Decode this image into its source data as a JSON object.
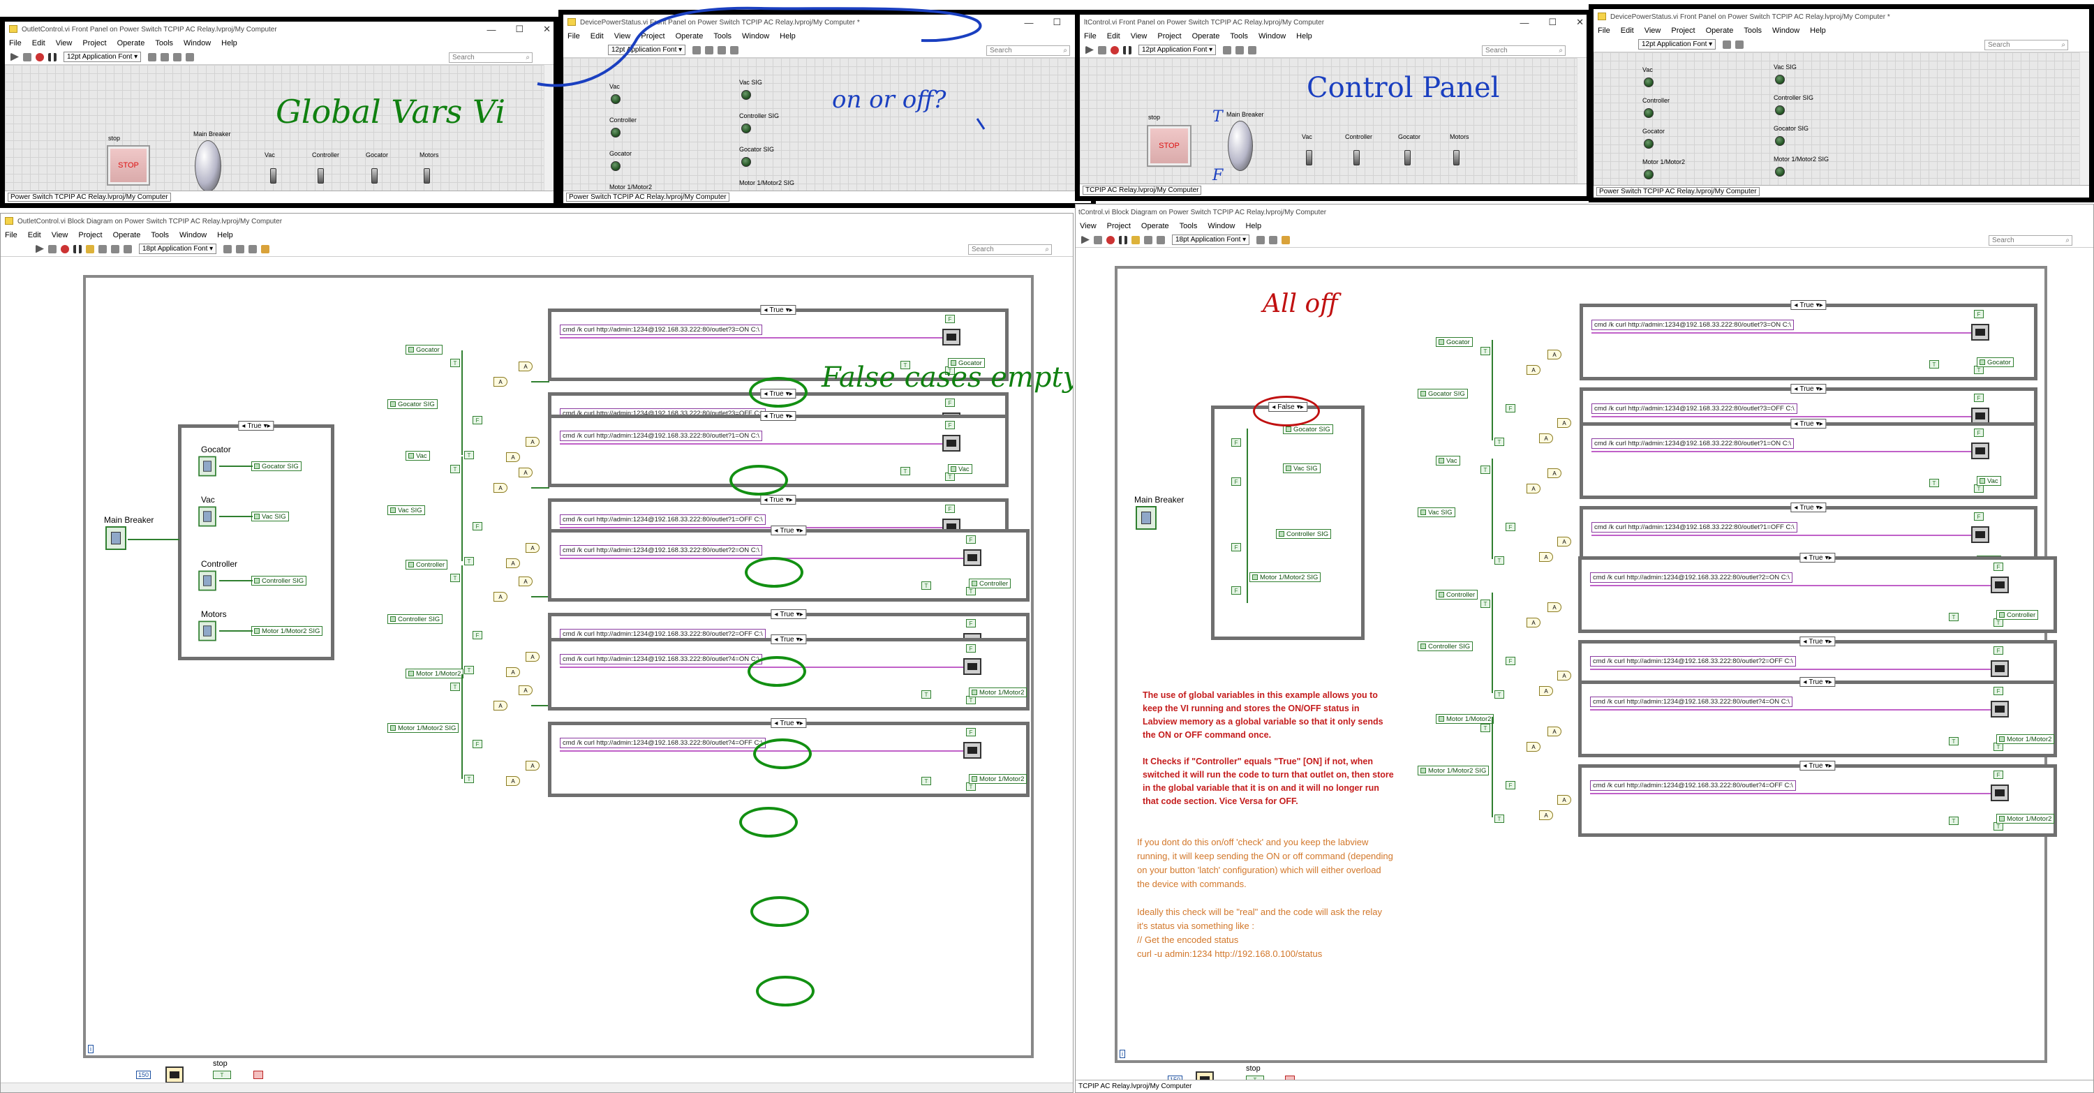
{
  "menu": [
    "File",
    "Edit",
    "View",
    "Project",
    "Operate",
    "Tools",
    "Window",
    "Help"
  ],
  "menu_right_bd": [
    "View",
    "Project",
    "Operate",
    "Tools",
    "Window",
    "Help"
  ],
  "search_placeholder": "Search",
  "font_12": "12pt Application Font",
  "font_18": "18pt Application Font",
  "project_status": "Power Switch TCPIP AC Relay.lvproj/My Computer",
  "project_status_right": "TCPIP AC Relay.lvproj/My Computer",
  "windows": {
    "outlet_fp_title": "OutletControl.vi Front Panel on Power Switch TCPIP AC Relay.lvproj/My Computer",
    "device_fp_title": "DevicePowerStatus.vi Front Panel on Power Switch TCPIP AC Relay.lvproj/My Computer *",
    "outlet_fp_title_r": "ltControl.vi Front Panel on Power Switch TCPIP AC Relay.lvproj/My Computer",
    "device_fp_title_r": "DevicePowerStatus.vi Front Panel on Power Switch TCPIP AC Relay.lvproj/My Computer *",
    "outlet_bd_title": "OutletControl.vi Block Diagram on Power Switch TCPIP AC Relay.lvproj/My Computer",
    "outlet_bd_title_r": "tControl.vi Block Diagram on Power Switch TCPIP AC Relay.lvproj/My Computer"
  },
  "front_panel": {
    "stop_label": "stop",
    "stop_button": "STOP",
    "main_breaker": "Main Breaker",
    "toggles": [
      "Vac",
      "Controller",
      "Gocator",
      "Motors"
    ]
  },
  "device_panel": {
    "leds_left": [
      "Vac",
      "Controller",
      "Gocator",
      "Motor 1/Motor2"
    ],
    "leds_right": [
      "Vac SIG",
      "Controller SIG",
      "Gocator SIG",
      "Motor 1/Motor2 SIG"
    ]
  },
  "annotations": {
    "global_vars": "Global Vars Vi",
    "on_or_off": "on or off?",
    "control_panel": "Control Panel",
    "false_case_empty": "False cases empty",
    "all_off": "All off"
  },
  "diagram": {
    "true_label": "True",
    "false_label": "False",
    "main_breaker": "Main Breaker",
    "sig_case_items": [
      {
        "label": "Gocator",
        "global": "Gocator SIG"
      },
      {
        "label": "Vac",
        "global": "Vac SIG"
      },
      {
        "label": "Controller",
        "global": "Controller SIG"
      },
      {
        "label": "Motors",
        "global": "Motor 1/Motor2 SIG"
      }
    ],
    "false_case_globals": [
      "Gocator SIG",
      "Vac SIG",
      "Controller SIG",
      "Motor 1/Motor2 SIG"
    ],
    "groups": [
      {
        "input": "Gocator",
        "sig": "Gocator SIG",
        "on": "cmd /k curl http://admin:1234@192.168.33.222:80/outlet?3=ON C:\\",
        "off": "cmd /k curl http://admin:1234@192.168.33.222:80/outlet?3=OFF C:\\",
        "out": "Gocator"
      },
      {
        "input": "Vac",
        "sig": "Vac SIG",
        "on": "cmd /k curl http://admin:1234@192.168.33.222:80/outlet?1=ON C:\\",
        "off": "cmd /k curl http://admin:1234@192.168.33.222:80/outlet?1=OFF C:\\",
        "out": "Vac"
      },
      {
        "input": "Controller",
        "sig": "Controller SIG",
        "on": "cmd /k curl http://admin:1234@192.168.33.222:80/outlet?2=ON C:\\",
        "off": "cmd /k curl http://admin:1234@192.168.33.222:80/outlet?2=OFF C:\\",
        "out": "Controller"
      },
      {
        "input": "Motor 1/Motor2",
        "sig": "Motor 1/Motor2 SIG",
        "on": "cmd /k curl http://admin:1234@192.168.33.222:80/outlet?4=ON C:\\",
        "off": "cmd /k curl http://admin:1234@192.168.33.222:80/outlet?4=OFF C:\\",
        "out": "Motor 1/Motor2"
      }
    ],
    "tf_t": "T",
    "tf_f": "F",
    "and": "A",
    "wait_ms": "150",
    "stop": "stop",
    "loop_i": "i"
  },
  "notes": {
    "red": "The use of global variables in this example allows you to keep the VI running and stores the ON/OFF status in Labview memory as a global variable so that it only sends the ON or OFF command once.\n\nIt Checks if \"Controller\" equals \"True\" [ON] if not, when switched it will run the code to turn that outlet on, then store in the global variable that it is on and it will no longer run that code section. Vice Versa for OFF.",
    "orange": "If you dont do this on/off 'check' and you keep the labview running, it will keep sending the ON or off command (depending on your button 'latch' configuration) which will either overload the device with commands.\n\nIdeally this check will be \"real\" and the code will ask the relay it's status via something like :\n// Get the encoded status\ncurl -u admin:1234 http://192.168.0.100/status"
  },
  "colors": {
    "wire_string": "#c060c8",
    "wire_bool": "#2f7f2f",
    "annot_blue": "#1a3fc0",
    "annot_green": "#108010",
    "annot_red": "#c01010",
    "note_red": "#c41c1c",
    "note_orange": "#d2772a"
  }
}
